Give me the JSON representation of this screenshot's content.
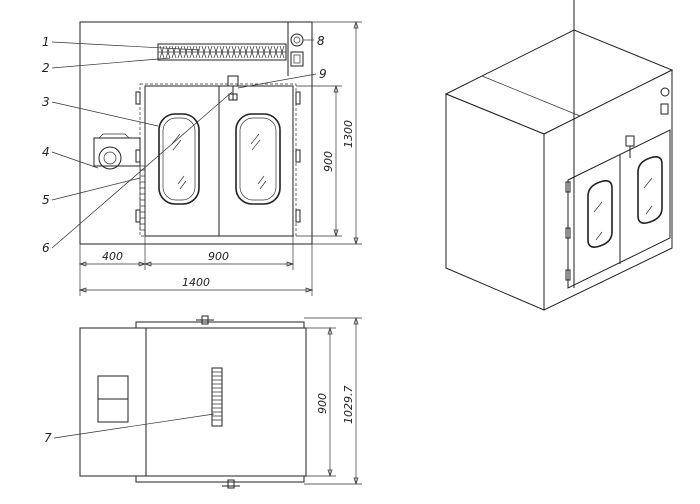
{
  "front_view": {
    "dimensions": {
      "total_width": "1400",
      "left_section": "400",
      "door_width": "900",
      "door_height": "900",
      "total_height": "1300"
    },
    "callouts": [
      "1",
      "2",
      "3",
      "4",
      "5",
      "6",
      "8",
      "9"
    ]
  },
  "top_view": {
    "dimensions": {
      "door_depth": "900",
      "total_depth": "1029.7"
    },
    "callouts": [
      "7"
    ]
  }
}
